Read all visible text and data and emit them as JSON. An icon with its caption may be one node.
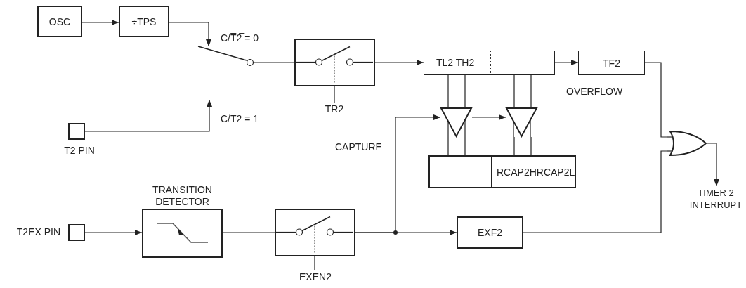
{
  "diagram": {
    "nodes": [
      {
        "text": [
          "OSC"
        ]
      },
      {
        "text": [
          "÷TPS"
        ]
      },
      {
        "text": [],
        "shape": "switch"
      },
      {
        "text": [],
        "shape": "box",
        "beside": [
          "TR2"
        ]
      },
      {
        "text": [
          "TL2 TH2"
        ]
      },
      {
        "text": [
          "TF2"
        ]
      },
      {
        "text": [],
        "shape": "box",
        "beside": [
          "T2  PIN"
        ]
      },
      {
        "text": [],
        "shape": "triangle"
      },
      {
        "text": [],
        "shape": "triangle"
      },
      {
        "text": [],
        "shape": "gate"
      },
      {
        "text": [
          "RCAP2HRCAP2L"
        ]
      },
      {
        "text": [
          "TIMER  2 INTERRUPT"
        ]
      },
      {
        "text": [],
        "shape": "box",
        "beside": [
          "T2EX  PIN"
        ]
      },
      {
        "text": [
          "TRANSITION DETECTOR"
        ]
      },
      {
        "text": [],
        "shape": "box",
        "beside": [
          "EXEN2"
        ]
      },
      {
        "text": [
          "EXF2"
        ]
      }
    ],
    "edges": [
      {
        "from": 0,
        "to": 1,
        "arrow": "to"
      },
      {
        "from": 1,
        "to": 2,
        "arrow": "to",
        "label": "C/T̅2̅  =  0"
      },
      {
        "from": 6,
        "to": null,
        "arrow": "to",
        "label": "C/T̅2̅  =  1"
      },
      {
        "from": 2,
        "to": 3,
        "arrow": "none"
      },
      {
        "from": 3,
        "to": 4,
        "arrow": "to"
      },
      {
        "from": 4,
        "to": 5,
        "arrow": "to"
      },
      {
        "from": 5,
        "to": 9,
        "arrow": "none"
      },
      {
        "from": 4,
        "to": 7,
        "arrow": "none"
      },
      {
        "from": 7,
        "to": 10,
        "arrow": "none"
      },
      {
        "from": 4,
        "to": 8,
        "arrow": "none"
      },
      {
        "from": 8,
        "to": 10,
        "arrow": "none"
      },
      {
        "from": 12,
        "to": 13,
        "arrow": "to"
      },
      {
        "from": 13,
        "to": 14,
        "arrow": "none"
      },
      {
        "from": 14,
        "to": 15,
        "arrow": "to"
      },
      {
        "from": 14,
        "to": 7,
        "arrow": "to",
        "label": "CAPTURE"
      },
      {
        "from": 7,
        "to": 8,
        "arrow": "to"
      },
      {
        "from": 15,
        "to": 9,
        "arrow": "none"
      },
      {
        "from": 9,
        "to": 11,
        "arrow": "to"
      }
    ],
    "labels": [
      "OVERFLOW"
    ]
  }
}
